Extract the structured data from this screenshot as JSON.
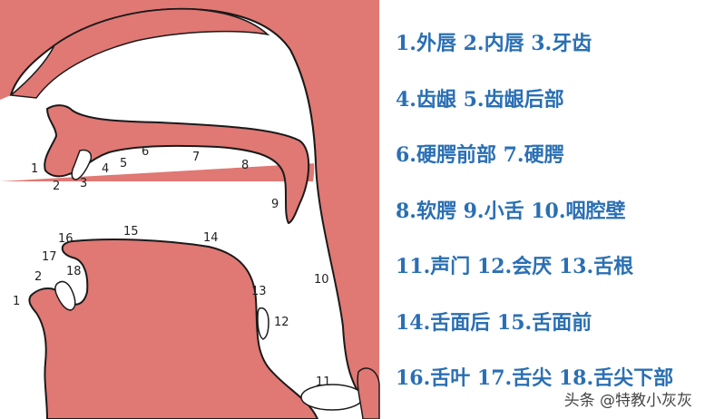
{
  "diagram": {
    "fill_color": "#e07874",
    "stroke_color": "#1a1a1a",
    "numbers": [
      "1",
      "2",
      "3",
      "4",
      "5",
      "6",
      "7",
      "8",
      "9",
      "10",
      "11",
      "12",
      "13",
      "14",
      "15",
      "16",
      "17",
      "18",
      "1",
      "2"
    ]
  },
  "legend": {
    "color": "#2a6fb4",
    "lines": [
      "1.外唇 2.内唇 3.牙齿",
      "4.齿龈 5.齿龈后部",
      "6.硬腭前部 7.硬腭",
      "8.软腭 9.小舌 10.咽腔壁",
      "11.声门 12.会厌 13.舌根",
      "14.舌面后 15.舌面前",
      "16.舌叶 17.舌尖 18.舌尖下部"
    ]
  },
  "watermark": {
    "text": "头条 @特教小灰灰"
  }
}
